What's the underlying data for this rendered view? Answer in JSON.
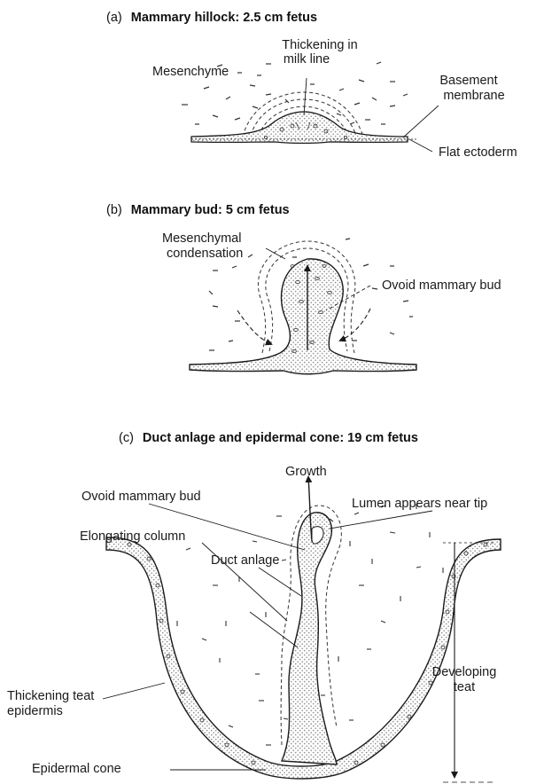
{
  "panel_a": {
    "tag": "(a)",
    "title": "Mammary hillock: 2.5 cm fetus",
    "labels": {
      "mesenchyme": "Mesenchyme",
      "thickening_1": "Thickening in",
      "thickening_2": "milk line",
      "basement_1": "Basement",
      "basement_2": "membrane",
      "flat_ectoderm": "Flat ectoderm"
    }
  },
  "panel_b": {
    "tag": "(b)",
    "title": "Mammary bud: 5 cm fetus",
    "labels": {
      "mesenchymal_1": "Mesenchymal",
      "mesenchymal_2": "condensation",
      "ovoid_bud": "Ovoid mammary bud"
    }
  },
  "panel_c": {
    "tag": "(c)",
    "title": "Duct anlage and epidermal cone: 19 cm fetus",
    "labels": {
      "growth": "Growth",
      "ovoid_bud": "Ovoid mammary bud",
      "lumen": "Lumen appears near tip",
      "elongating": "Elongating column",
      "duct_anlage": "Duct anlage",
      "developing_1": "Developing",
      "developing_2": "teat",
      "thickening_teat_1": "Thickening teat",
      "thickening_teat_2": "epidermis",
      "epidermal_cone": "Epidermal cone"
    }
  },
  "colors": {
    "ink": "#1a1a1a",
    "stipple": "#b8b8b8",
    "background": "#ffffff"
  }
}
